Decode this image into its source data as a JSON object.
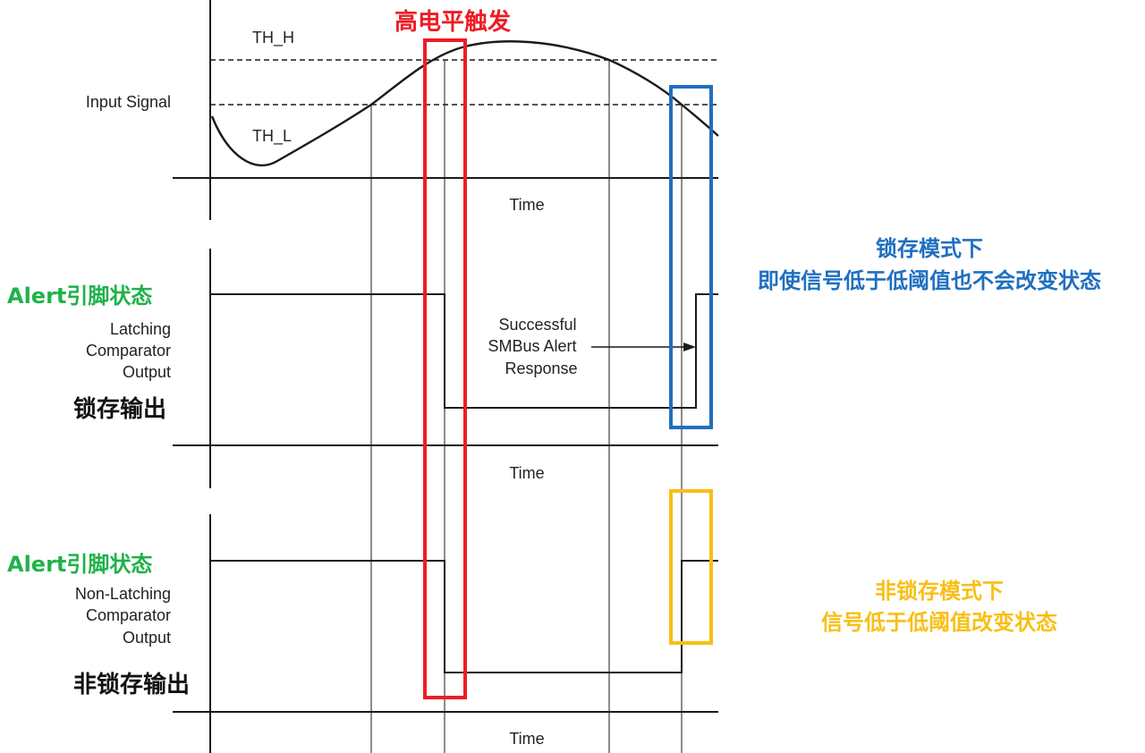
{
  "signal_panel": {
    "th_high": "TH_H",
    "th_low": "TH_L",
    "input_label": "Input Signal",
    "time_label": "Time"
  },
  "latching_panel": {
    "alert_label": "Alert引脚状态",
    "output_label_lines": [
      "Latching",
      "Comparator",
      "Output"
    ],
    "chinese_label": "锁存输出",
    "time_label": "Time",
    "smbus_lines": [
      "Successful",
      "SMBus Alert",
      "Response"
    ]
  },
  "nonlatching_panel": {
    "alert_label": "Alert引脚状态",
    "output_label_lines": [
      "Non-Latching",
      "Comparator",
      "Output"
    ],
    "chinese_label": "非锁存输出",
    "time_label": "Time"
  },
  "annotations": {
    "red_title": "高电平触发",
    "blue_lines": [
      "锁存模式下",
      "即使信号低于低阈值也不会改变状态"
    ],
    "yellow_lines": [
      "非锁存模式下",
      "信号低于低阈值改变状态"
    ]
  },
  "colors": {
    "red": "#ee1c24",
    "blue": "#1f6fc0",
    "yellow": "#f8bf14",
    "green": "#1fb24a",
    "line": "#1a1a1a"
  }
}
